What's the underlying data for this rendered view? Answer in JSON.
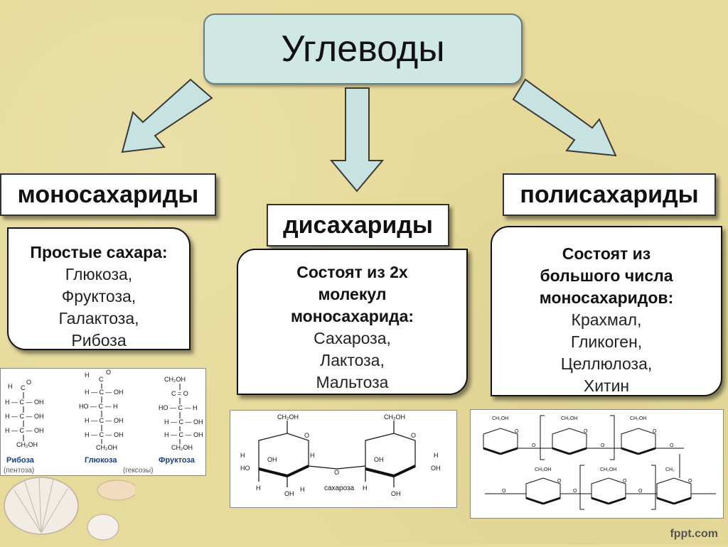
{
  "title": "Углеводы",
  "categories": {
    "mono": "моносахариды",
    "di": "дисахариды",
    "poly": "полисахариды"
  },
  "cards": {
    "mono": {
      "lead": [
        "Простые сахара:"
      ],
      "items": [
        "Глюкоза,",
        "Фруктоза,",
        "Галактоза,",
        "Рибоза"
      ]
    },
    "di": {
      "lead": [
        "Состоят из 2х",
        "молекул",
        "моносахарида:"
      ],
      "items": [
        "Сахароза,",
        "Лактоза,",
        "Мальтоза"
      ]
    },
    "poly": {
      "lead": [
        "Состоят из",
        "большого числа",
        "моносахаридов:"
      ],
      "items": [
        "Крахмал,",
        "Гликоген,",
        "Целлюлоза,",
        "Хитин"
      ]
    }
  },
  "structures": {
    "mono": {
      "names": [
        "Рибоза",
        "Глюкоза",
        "Фруктоза"
      ],
      "notes": [
        "(пентоза)",
        "(гексозы)"
      ]
    },
    "di": {
      "caption": "сахароза"
    }
  },
  "footer": "fppt.com",
  "colors": {
    "background": "#e7db9c",
    "title_box": "#cfe8e4",
    "arrow": "#c6e3e1",
    "name_blue": "#1a3d8a"
  }
}
